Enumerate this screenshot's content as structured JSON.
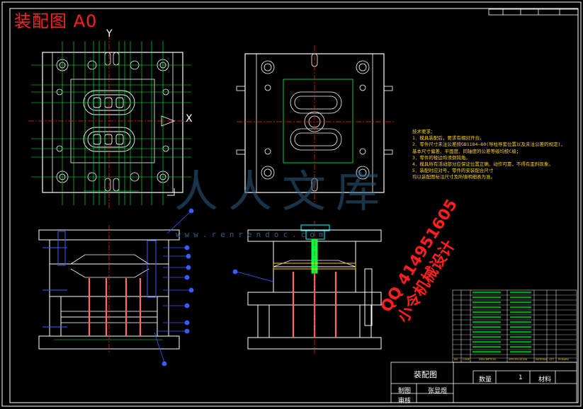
{
  "sheet": {
    "title": "装配图 A0",
    "axis_y": "Y",
    "axis_x": "X"
  },
  "technical_requirements": {
    "heading": "技术要求：",
    "items": [
      "1．模具装配后，要求有相对开合。",
      "2．零件尺寸未注公差按GB1184—80(导柱导套位置以及未注公差的规定)，",
      "   基本尺寸偏差、平面度、同轴度的公差等级均按C级；",
      "3．零件的棱边均须倒钝角。",
      "4．模具所有活动部分应保证位置正确、动作可靠，不得有歪斜现象。",
      "5．装配时应对号，零件的安装配合尺寸",
      "   均以装配图标注尺寸及所填明细表为准。"
    ]
  },
  "watermark": {
    "url": "www.renrendoc.com",
    "brand_cn": "人人文库"
  },
  "stamp": {
    "line1": "QQ 414951605",
    "line2": "小令机械设计"
  },
  "bom": {
    "header": [
      "NO",
      "CODE",
      "DESCRIPTION",
      "SPECIFICATION",
      "MATERIAL",
      "QTY",
      "REMARK"
    ]
  },
  "title_block": {
    "drawing_name": "装配图",
    "quantity_label": "数量",
    "quantity_value": "1",
    "material_label": "材料",
    "drawn_label": "制图",
    "drawn_by": "张显煜",
    "checked_label": "审核"
  },
  "colors": {
    "background": "#000000",
    "frame": "#ffffff",
    "center_line": "#ff2020",
    "construction": "#00ff3c",
    "leader_dots": "#3b5bff",
    "notes": "#ffd400",
    "stamp": "#ff1f1f"
  }
}
